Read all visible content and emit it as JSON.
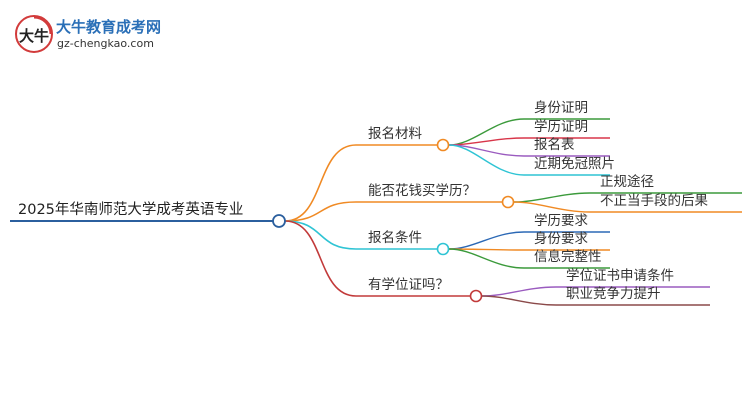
{
  "brand": {
    "name": "大牛教育成考网",
    "url": "gz-chengkao.com",
    "logo_text": "大牛"
  },
  "mindmap": {
    "root": "2025年华南师范大学成考英语专业",
    "branches": [
      {
        "label": "报名材料",
        "color": "#f08a24",
        "children": [
          {
            "label": "身份证明",
            "color": "#3b9a3b"
          },
          {
            "label": "学历证明",
            "color": "#d8364a"
          },
          {
            "label": "报名表",
            "color": "#9a5bbf"
          },
          {
            "label": "近期免冠照片",
            "color": "#2fc4d4"
          }
        ]
      },
      {
        "label": "能否花钱买学历？",
        "color": "#f08a24",
        "children": [
          {
            "label": "正规途径",
            "color": "#3b9a3b"
          },
          {
            "label": "不正当手段的后果",
            "color": "#f08a24"
          }
        ]
      },
      {
        "label": "报名条件",
        "color": "#2fc4d4",
        "children": [
          {
            "label": "学历要求",
            "color": "#2b68b5"
          },
          {
            "label": "身份要求",
            "color": "#f08a24"
          },
          {
            "label": "信息完整性",
            "color": "#3b9a3b"
          }
        ]
      },
      {
        "label": "有学位证吗？",
        "color": "#c23a3a",
        "children": [
          {
            "label": "学位证书申请条件",
            "color": "#9a5bbf"
          },
          {
            "label": "职业竞争力提升",
            "color": "#8b4a4a"
          }
        ]
      }
    ]
  }
}
